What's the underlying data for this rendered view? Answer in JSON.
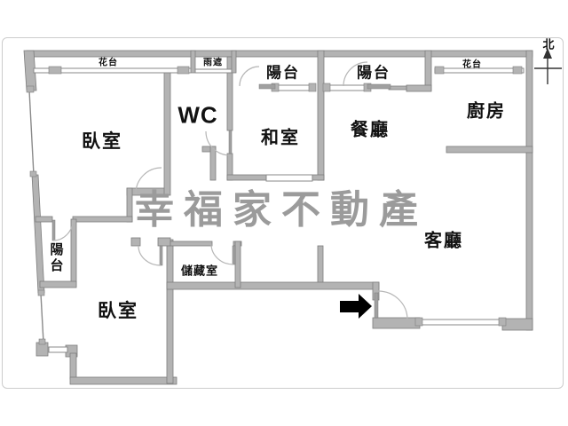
{
  "colors": {
    "wall": "#b3b3b3",
    "wall-edge": "#7d7d7d",
    "line": "#8a8a8a",
    "arc": "#b6b6b6",
    "text": "#111111",
    "watermark": "#9b9b9b",
    "frame": "#cccccc",
    "arrow": "#000000",
    "bg": "#ffffff"
  },
  "watermark": {
    "text": "幸福家不動產"
  },
  "compass": {
    "label": "北"
  },
  "rooms": {
    "bedroom1": {
      "label": "臥室"
    },
    "bedroom2": {
      "label": "臥室"
    },
    "wc": {
      "label": "WC"
    },
    "tatami": {
      "label": "和室"
    },
    "dining": {
      "label": "餐廳"
    },
    "kitchen": {
      "label": "廚房"
    },
    "living": {
      "label": "客廳"
    },
    "storage": {
      "label": "儲藏室"
    },
    "balconyLeft": {
      "label": "陽台"
    },
    "balconyTop1": {
      "label": "陽台"
    },
    "balconyTop2": {
      "label": "陽台"
    },
    "flowerLeft": {
      "label": "花台"
    },
    "rainCover": {
      "label": "雨遮"
    },
    "flowerRight": {
      "label": "花台"
    }
  }
}
